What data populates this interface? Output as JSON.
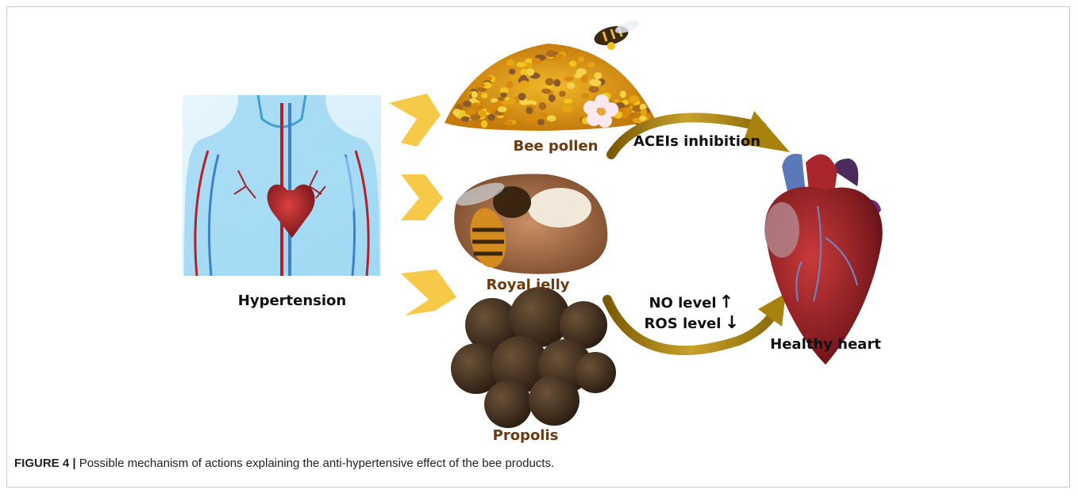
{
  "figure": {
    "labels": {
      "hypertension": "Hypertension",
      "bee_pollen": "Bee pollen",
      "royal_jelly": "Royal jelly",
      "propolis": "Propolis",
      "healthy_heart": "Healthy heart",
      "acei_inhibition": "ACEIs inhibition",
      "no_level": "NO level",
      "ros_level": "ROS level",
      "up_arrow": "↑",
      "down_arrow": "↓"
    },
    "caption": {
      "prefix": "FIGURE 4 |",
      "text": " Possible mechanism of actions explaining the anti-hypertensive effect of the bee products."
    }
  },
  "colors": {
    "chevron": "#f7c948",
    "curve_arrow": "#a8820f",
    "label_brown": "#6b3a12",
    "body_blue": "#5cb8e6",
    "heart_red": "#b3222a"
  }
}
